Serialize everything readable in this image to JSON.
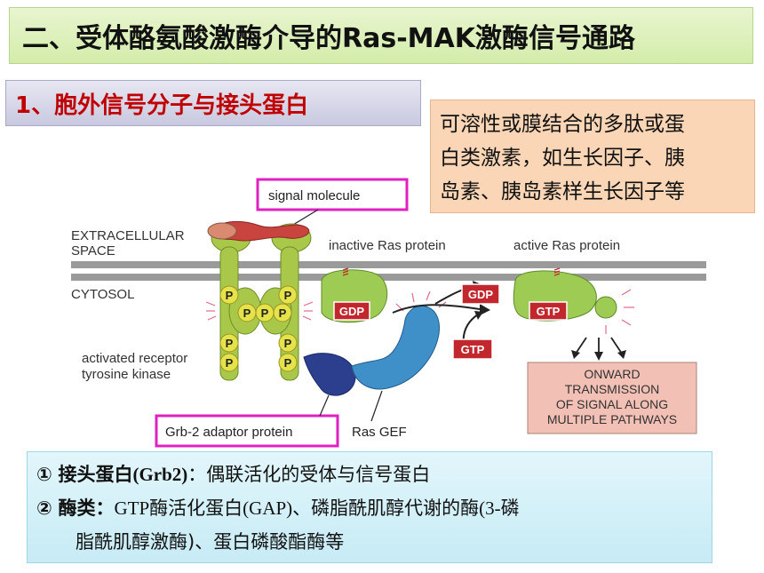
{
  "title": "二、受体酪氨酸激酶介导的Ras-MAK激酶信号通路",
  "subtitle": "1、胞外信号分子与接头蛋白",
  "note": {
    "line1": "可溶性或膜结合的多肽或蛋",
    "line2": "白类激素，如生长因子、胰",
    "line3": "岛素、胰岛素样生长因子等"
  },
  "diagram": {
    "signal_molecule": "signal molecule",
    "extracellular_1": "EXTRACELLULAR",
    "extracellular_2": "SPACE",
    "cytosol": "CYTOSOL",
    "inactive_ras": "inactive Ras protein",
    "active_ras": "active Ras protein",
    "p": "P",
    "gdp": "GDP",
    "gtp": "GTP",
    "receptor_1": "activated receptor",
    "receptor_2": "tyrosine kinase",
    "grb2": "Grb-2 adaptor protein",
    "ras_gef": "Ras GEF",
    "onward_1": "ONWARD",
    "onward_2": "TRANSMISSION",
    "onward_3": "OF SIGNAL ALONG",
    "onward_4": "MULTIPLE PATHWAYS"
  },
  "points": {
    "p1_num": "①",
    "p1_head": "接头蛋白",
    "p1_paren": "(Grb2)",
    "p1_rest": "：偶联活化的受体与信号蛋白",
    "p2_num": "②",
    "p2_head": "酶类：",
    "p2_gtp": "GTP",
    "p2_a": "酶活化蛋白",
    "p2_gap": "(GAP)",
    "p2_b": "、磷脂酰肌醇代谢的酶",
    "p2_c": "(3-",
    "p2_d": "磷",
    "p2_line2": "脂酰肌醇激酶)、蛋白磷酸酯酶等"
  },
  "colors": {
    "receptor": "#a9c84a",
    "ras": "#9ecb54",
    "gef": "#3f8fc9",
    "grb2": "#2b3f8e",
    "p_circle": "#e6e34a",
    "nucleotide": "#c1272d",
    "highlight_box": "#e020c0"
  }
}
